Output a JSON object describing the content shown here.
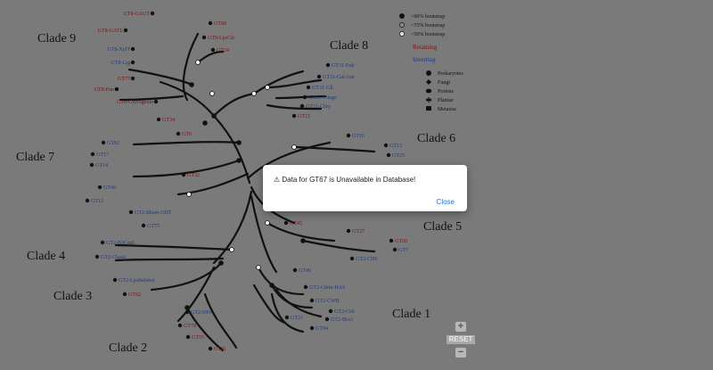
{
  "clades": [
    "Clade 9",
    "Clade 8",
    "Clade 7",
    "Clade 6",
    "Clade 5",
    "Clade 4",
    "Clade 3",
    "Clade 2",
    "Clade 1"
  ],
  "leaves": [
    "GT8-GAUT",
    "GT8-GATL",
    "GT8-XylT",
    "GT8-Lrg",
    "GT77",
    "GT8-Fun",
    "GT8-Glycogenin",
    "GT88",
    "GT8-LpsGlc",
    "GT24",
    "GT34",
    "GT6",
    "GT32",
    "GT31-Fuk",
    "GT31-Gal-Gnt",
    "GT31-Gll",
    "GT31-Fringe",
    "GT31-Chry",
    "GT15",
    "GT82",
    "GT17",
    "GT14",
    "GT49",
    "GT12",
    "GT2-Rham-GHT",
    "GT75",
    "GT16",
    "GT13",
    "GT25",
    "GT45",
    "GT27",
    "GT60",
    "GT7",
    "GT2-CHS",
    "GT2-B3GntL",
    "GT2-Class1",
    "GT40",
    "GT2-LpsRelated",
    "GT62",
    "GT2-DPs",
    "GT78",
    "GT55",
    "GT81",
    "GT2-Chitn-HAS",
    "GT2-CWB",
    "GT2-CsS",
    "GT2-Bcs3",
    "GT21",
    "GT84"
  ],
  "legend": {
    "bootstrap": [
      ">90% bootstrap",
      ">75% bootstrap",
      ">50% bootstrap"
    ],
    "retaining": "Retaining",
    "inverting": "Inverting",
    "taxa": [
      "Prokaryotes",
      "Fungi",
      "Protists",
      "Plantae",
      "Metazoa"
    ]
  },
  "colors": {
    "retaining": "#7a1010",
    "inverting": "#1e3a7a",
    "branch": "#111111"
  },
  "modal": {
    "icon": "warning-icon",
    "message": "⚠ Data for GT67 is Unavailable in Database!",
    "close_label": "Close"
  },
  "zoom": {
    "in": "+",
    "reset": "RESET",
    "out": "−"
  }
}
